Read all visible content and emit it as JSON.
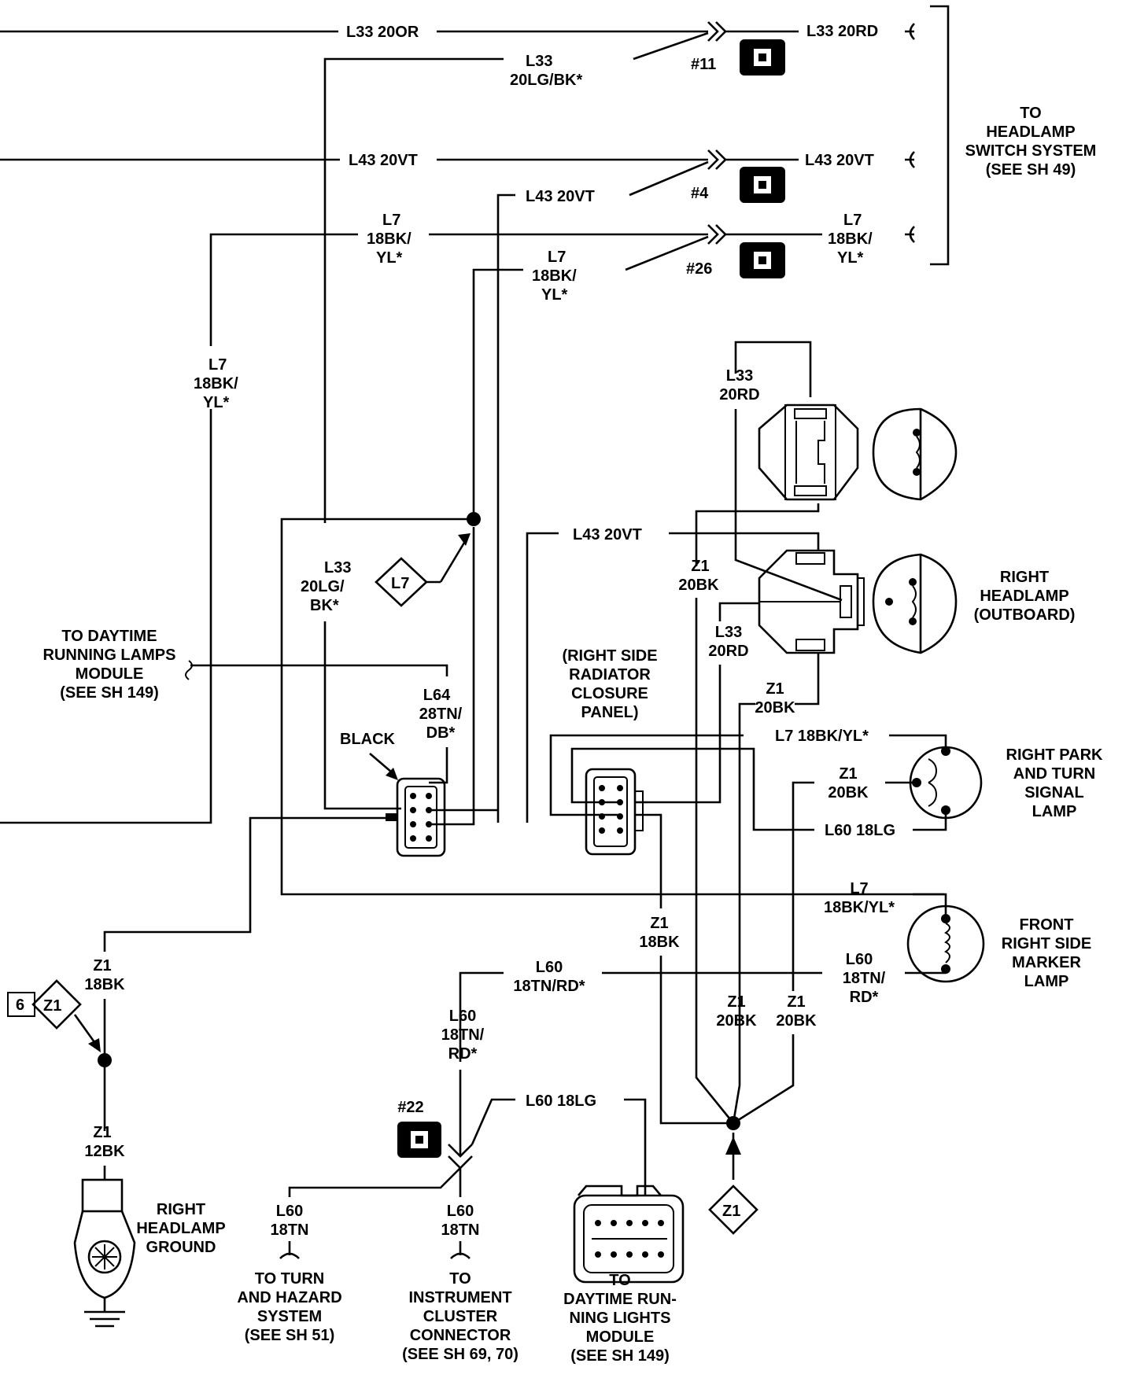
{
  "wires": {
    "l33_20or": "L33 20OR",
    "l33_20rd_top": "L33 20RD",
    "l33_lgbk_top": [
      "L33",
      "20LG/BK*"
    ],
    "conn11": "#11",
    "l43_20vt_a": "L43 20VT",
    "l43_20vt_b": "L43 20VT",
    "l43_20vt_c": "L43 20VT",
    "conn4": "#4",
    "l7_a": [
      "L7",
      "18BK/",
      "YL*"
    ],
    "l7_b": [
      "L7",
      "18BK/",
      "YL*"
    ],
    "l7_c": [
      "L7",
      "18BK/",
      "YL*"
    ],
    "conn26": "#26",
    "l7_left": [
      "L7",
      "18BK/",
      "YL*"
    ],
    "l33_lgbk_mid": [
      "L33",
      "20LG/",
      "BK*"
    ],
    "l7_diamond": "L7",
    "l64": [
      "L64",
      "28TN/",
      "DB*"
    ],
    "black": "BLACK",
    "l33_20rd_hl": [
      "L33",
      "20RD"
    ],
    "l43_20vt_hl": "L43 20VT",
    "z1_20bk_hl": [
      "Z1",
      "20BK"
    ],
    "l33_20rd_hl2": [
      "L33",
      "20RD"
    ],
    "z1_20bk_hl2": [
      "Z1",
      "20BK"
    ],
    "l7_18bkyl_park": "L7 18BK/YL*",
    "z1_20bk_park": [
      "Z1",
      "20BK"
    ],
    "l60_18lg_park": "L60 18LG",
    "l7_18bkyl_marker": [
      "L7",
      "18BK/YL*"
    ],
    "l60_18tnrd_marker": [
      "L60",
      "18TN/",
      "RD*"
    ],
    "z1_18bk_mid": [
      "Z1",
      "18BK"
    ],
    "l60_18tnrd_h": [
      "L60",
      "18TN/RD*"
    ],
    "l60_18tnrd_v": [
      "L60",
      "18TN/",
      "RD*"
    ],
    "z1_20bk_b1": [
      "Z1",
      "20BK"
    ],
    "z1_20bk_b2": [
      "Z1",
      "20BK"
    ],
    "z1_18bk_left": [
      "Z1",
      "18BK"
    ],
    "z1_12bk": [
      "Z1",
      "12BK"
    ],
    "z1_diamond_left": "Z1",
    "z1_diamond_tag": "6",
    "conn22": "#22",
    "l60_18lg_bottom": "L60 18LG",
    "l60_18tn_a": [
      "L60",
      "18TN"
    ],
    "l60_18tn_b": [
      "L60",
      "18TN"
    ],
    "z1_diamond_bottom": "Z1"
  },
  "labels": {
    "headlamp_switch": [
      "TO",
      "HEADLAMP",
      "SWITCH SYSTEM",
      "(SEE SH 49)"
    ],
    "drl_module_left": [
      "TO DAYTIME",
      "RUNNING LAMPS",
      "MODULE",
      "(SEE SH 149)"
    ],
    "radiator_panel": [
      "(RIGHT SIDE",
      "RADIATOR",
      "CLOSURE",
      "PANEL)"
    ],
    "right_headlamp": [
      "RIGHT",
      "HEADLAMP",
      "(OUTBOARD)"
    ],
    "park_turn": [
      "RIGHT PARK",
      "AND TURN",
      "SIGNAL",
      "LAMP"
    ],
    "marker": [
      "FRONT",
      "RIGHT SIDE",
      "MARKER",
      "LAMP"
    ],
    "headlamp_ground": [
      "RIGHT",
      "HEADLAMP",
      "GROUND"
    ],
    "turn_hazard": [
      "TO TURN",
      "AND HAZARD",
      "SYSTEM",
      "(SEE SH 51)"
    ],
    "instrument_cluster": [
      "TO",
      "INSTRUMENT",
      "CLUSTER",
      "CONNECTOR",
      "(SEE SH 69, 70)"
    ],
    "drl_module_bottom": [
      "TO",
      "DAYTIME RUN-",
      "NING LIGHTS",
      "MODULE",
      "(SEE SH 149)"
    ]
  }
}
